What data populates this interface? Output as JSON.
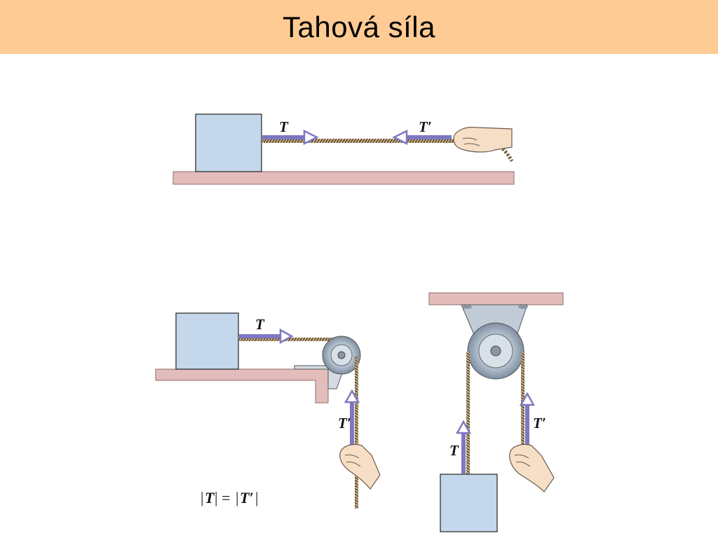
{
  "slide": {
    "title": "Tahová síla"
  },
  "diagram_top": {
    "tension_left": "T",
    "tension_right": "T′"
  },
  "diagram_pulley_table": {
    "tension_horizontal": "T",
    "tension_vertical": "T′"
  },
  "diagram_pulley_ceiling": {
    "tension_left": "T",
    "tension_right": "T′"
  },
  "equation": {
    "lhs": "T",
    "rhs": "T′",
    "equals": "="
  },
  "colors": {
    "title_background": "#fecb94",
    "block": "#c5d7ea",
    "floor": "#e3bdbb",
    "arrow": "#7d78c3",
    "rope": "#a08358",
    "pulley": "#b7c4d2"
  }
}
